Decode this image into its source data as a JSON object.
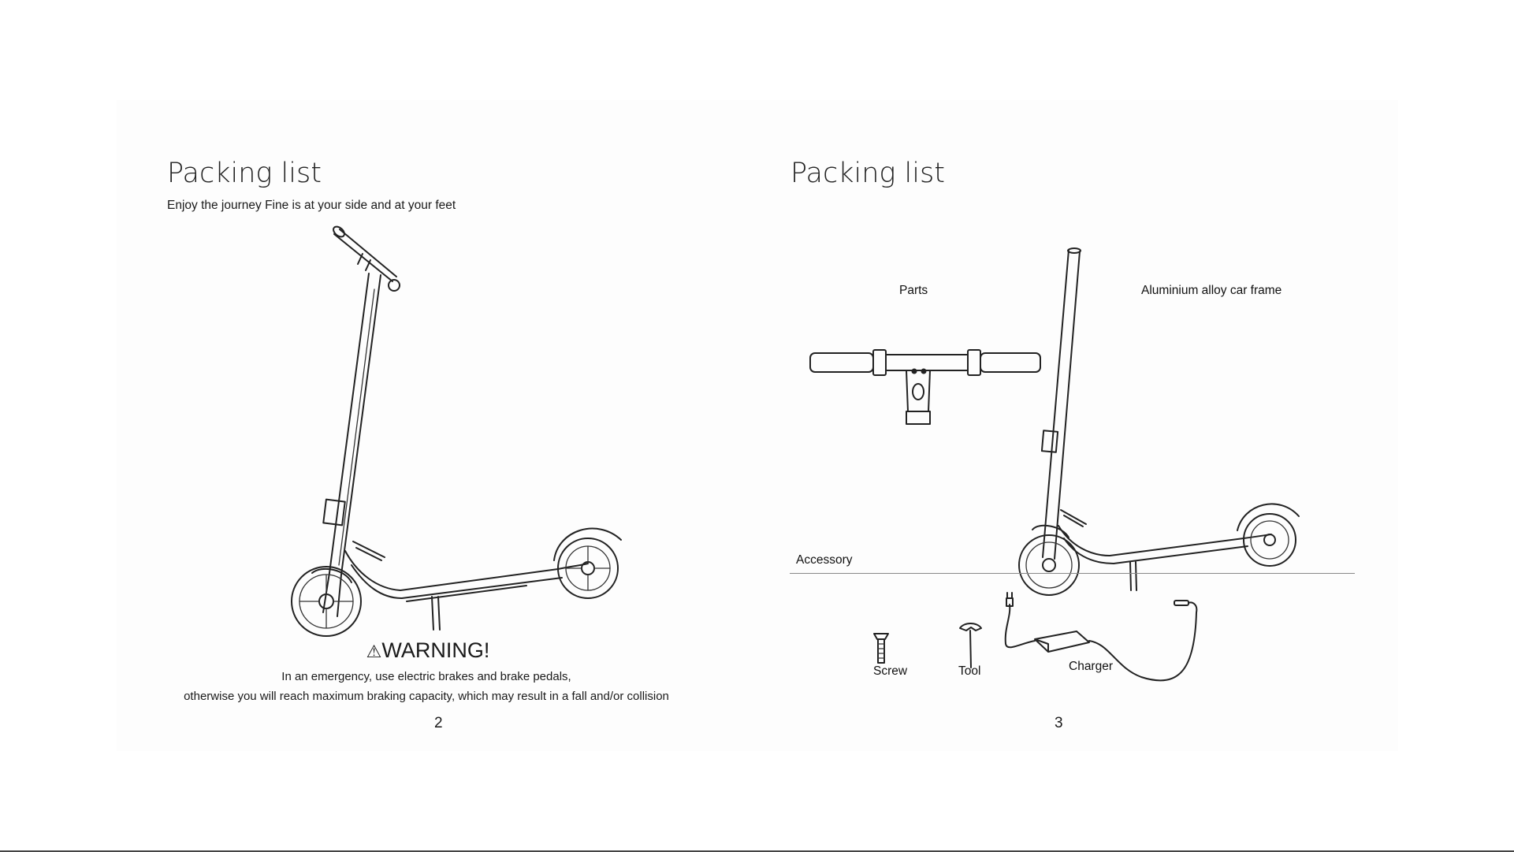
{
  "left_page": {
    "title": "Packing list",
    "subtitle": "Enjoy the journey  Fine is at your side and at your feet",
    "warning": {
      "symbol": "⚠",
      "title": "WARNING!",
      "line1": "In an emergency, use electric brakes and brake pedals,",
      "line2": "otherwise you will reach maximum braking capacity, which may result in a fall and/or collision"
    },
    "page_number": "2"
  },
  "right_page": {
    "title": "Packing list",
    "parts_label": "Parts",
    "frame_label": "Aluminium alloy car frame",
    "accessory_label": "Accessory",
    "accessories": [
      "Screw",
      "Tool",
      "Charger"
    ],
    "page_number": "3"
  }
}
